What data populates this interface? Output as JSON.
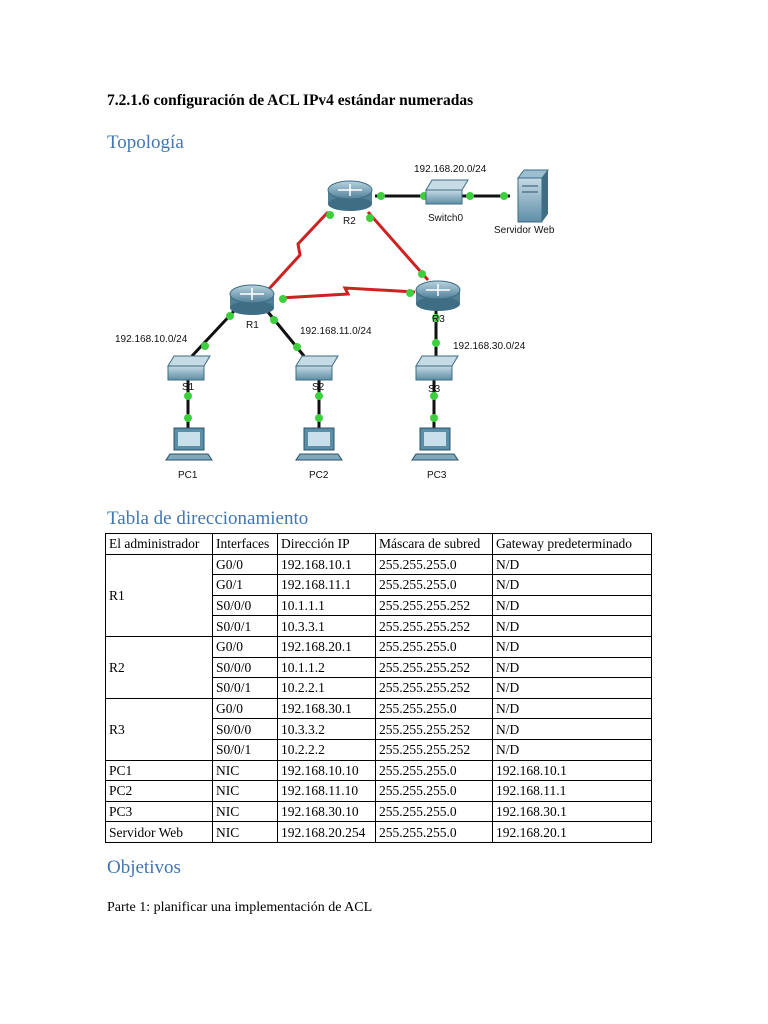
{
  "document": {
    "title": "7.2.1.6 configuración de ACL IPv4 estándar numeradas",
    "sections": {
      "topology": "Topología",
      "addressing": "Tabla de direccionamiento",
      "objectives": "Objetivos"
    },
    "part1": "Parte 1: planificar una implementación de ACL"
  },
  "diagram": {
    "networks": {
      "net_20": "192.168.20.0/24",
      "net_10": "192.168.10.0/24",
      "net_11": "192.168.11.0/24",
      "net_30": "192.168.30.0/24"
    },
    "devices": {
      "r1": "R1",
      "r2": "R2",
      "r3": "R3",
      "switch0": "Switch0",
      "server": "Servidor Web",
      "s1": "S1",
      "s2": "S2",
      "s3": "S3",
      "pc1": "PC1",
      "pc2": "PC2",
      "pc3": "PC3"
    },
    "colors": {
      "serial_link": "#cc2222",
      "ethernet_link": "#111111",
      "link_light": "#3ecf3e",
      "device_body": "#5a8fa8"
    }
  },
  "table": {
    "headers": [
      "El administrador",
      "Interfaces",
      "Dirección IP",
      "Máscara de subred",
      "Gateway predeterminado"
    ],
    "devices": [
      "R1",
      "R2",
      "R3"
    ],
    "rows": [
      [
        "R1",
        "G0/0",
        "192.168.10.1",
        "255.255.255.0",
        "N/D"
      ],
      [
        "",
        "G0/1",
        "192.168.11.1",
        "255.255.255.0",
        "N/D"
      ],
      [
        "",
        "S0/0/0",
        "10.1.1.1",
        "255.255.255.252",
        "N/D"
      ],
      [
        "",
        "S0/0/1",
        "10.3.3.1",
        "255.255.255.252",
        "N/D"
      ],
      [
        "R2",
        "G0/0",
        "192.168.20.1",
        "255.255.255.0",
        "N/D"
      ],
      [
        "",
        "S0/0/0",
        "10.1.1.2",
        "255.255.255.252",
        "N/D"
      ],
      [
        "",
        "S0/0/1",
        "10.2.2.1",
        "255.255.255.252",
        "N/D"
      ],
      [
        "R3",
        "G0/0",
        "192.168.30.1",
        "255.255.255.0",
        "N/D"
      ],
      [
        "",
        "S0/0/0",
        "10.3.3.2",
        "255.255.255.252",
        "N/D"
      ],
      [
        "",
        "S0/0/1",
        "10.2.2.2",
        "255.255.255.252",
        "N/D"
      ],
      [
        "PC1",
        "NIC",
        "192.168.10.10",
        "255.255.255.0",
        "192.168.10.1"
      ],
      [
        "PC2",
        "NIC",
        "192.168.11.10",
        "255.255.255.0",
        "192.168.11.1"
      ],
      [
        "PC3",
        "NIC",
        "192.168.30.10",
        "255.255.255.0",
        "192.168.30.1"
      ],
      [
        "Servidor Web",
        "NIC",
        "192.168.20.254",
        "255.255.255.0",
        "192.168.20.1"
      ]
    ]
  }
}
